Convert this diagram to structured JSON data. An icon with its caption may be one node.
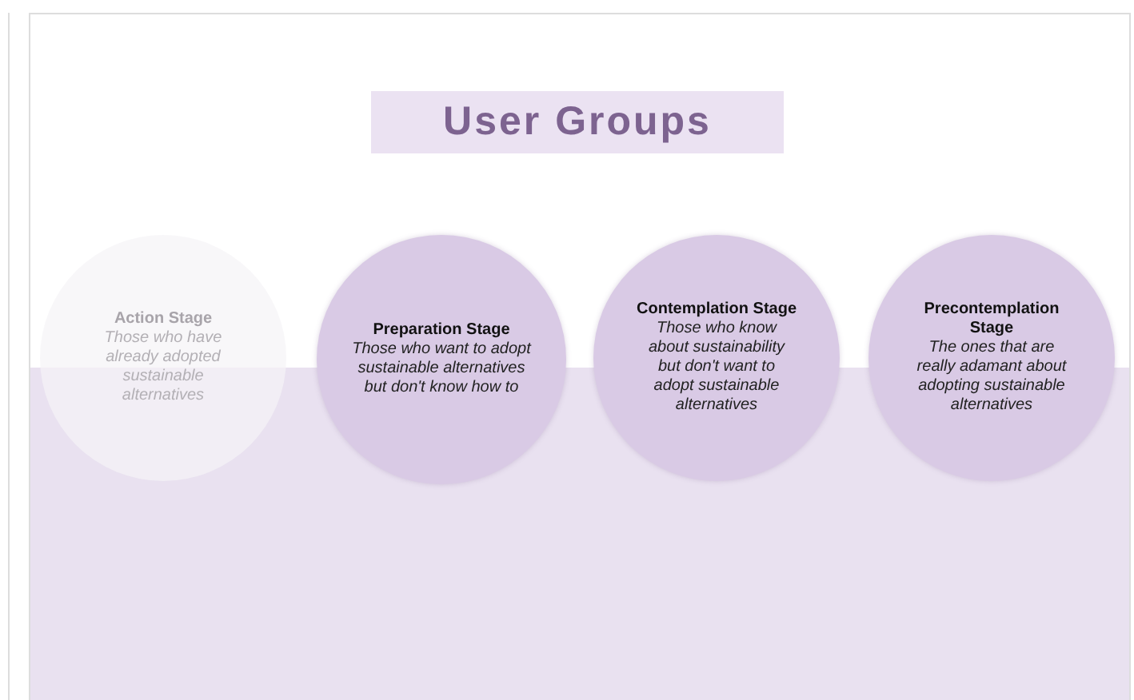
{
  "diagram": {
    "title": "User Groups",
    "nodes": [
      {
        "text": [
          "Action Stage",
          "Those who have already adopted sustainable alternatives"
        ]
      },
      {
        "text": [
          "Preparation Stage",
          "Those who want to adopt sustainable alternatives but don't know how to"
        ]
      },
      {
        "text": [
          "Contemplation Stage",
          "Those who know about sustainability but don't want to adopt sustainable alternatives"
        ]
      },
      {
        "text": [
          "Precontemplation Stage",
          "The ones that are really adamant about adopting sustainable alternatives"
        ]
      }
    ]
  }
}
